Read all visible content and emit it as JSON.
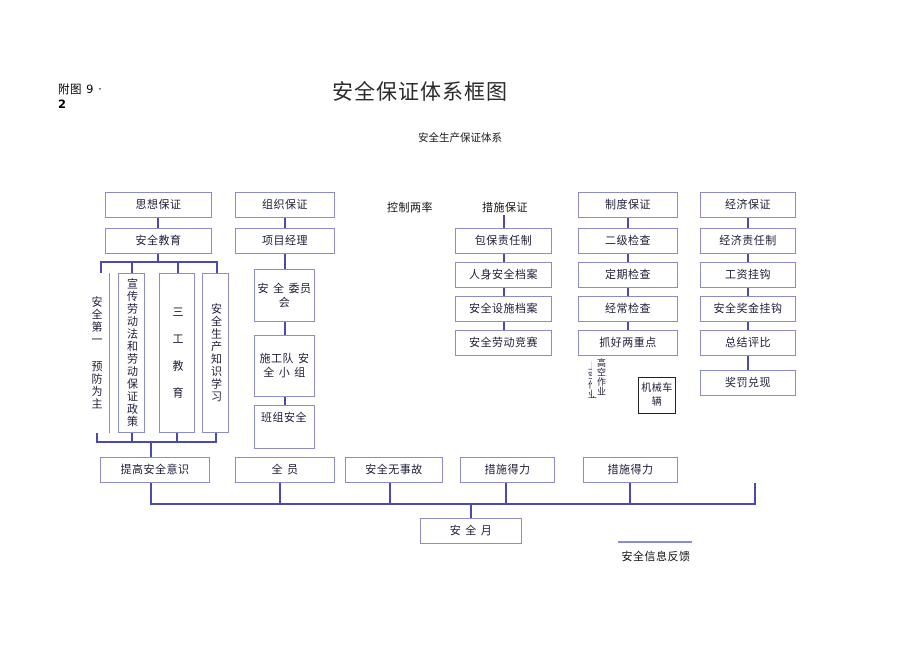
{
  "document": {
    "figure_label": "附图 9 - 2",
    "figure_label_line1": "附图 9 ·",
    "figure_label_line2": "2",
    "title": "安全保证体系框图",
    "subtitle": "安全生产保证体系"
  },
  "colors": {
    "box_border": "#8c8ccb",
    "connector": "#4a4ab0",
    "dark_border": "#222222",
    "text": "#1c1c3a",
    "background": "#ffffff"
  },
  "columns": [
    {
      "id": "ideology",
      "header": "思想保证",
      "second": "安全教育",
      "vertical_items": [
        "安全第一 预防为主",
        "宣传劳动法和劳动保证政策",
        "三 工 教 育",
        "安全生产知识学习"
      ]
    },
    {
      "id": "organization",
      "header": "组织保证",
      "items": [
        "项目经理",
        "安 全 委员会",
        "施工队 安 全 小 组",
        "班组安全"
      ]
    },
    {
      "id": "control",
      "header": "控制两率",
      "items": []
    },
    {
      "id": "measures",
      "header": "措施保证",
      "items": [
        "包保责任制",
        "人身安全档案",
        "安全设施档案",
        "安全劳动竞赛"
      ]
    },
    {
      "id": "system",
      "header": "制度保证",
      "items": [
        "二级检查",
        "定期检查",
        "经常检查",
        "抓好两重点"
      ],
      "annotations": [
        "上空作业",
        "高空作业",
        "机械车辆"
      ]
    },
    {
      "id": "economy",
      "header": "经济保证",
      "items": [
        "经济责任制",
        "工资挂钩",
        "安全奖金挂钩",
        "总结评比",
        "奖罚兑现"
      ]
    }
  ],
  "results_row": [
    "提高安全意识",
    "全    员",
    "安全无事故",
    "措施得力",
    "措施得力"
  ],
  "bottom": {
    "safety_month": "安 全 月",
    "feedback": "安全信息反馈"
  },
  "annotations": {
    "overhead_work_a": "上空作业",
    "overhead_work_b": "高空作业",
    "machinery_vehicle": "机械车辆"
  }
}
